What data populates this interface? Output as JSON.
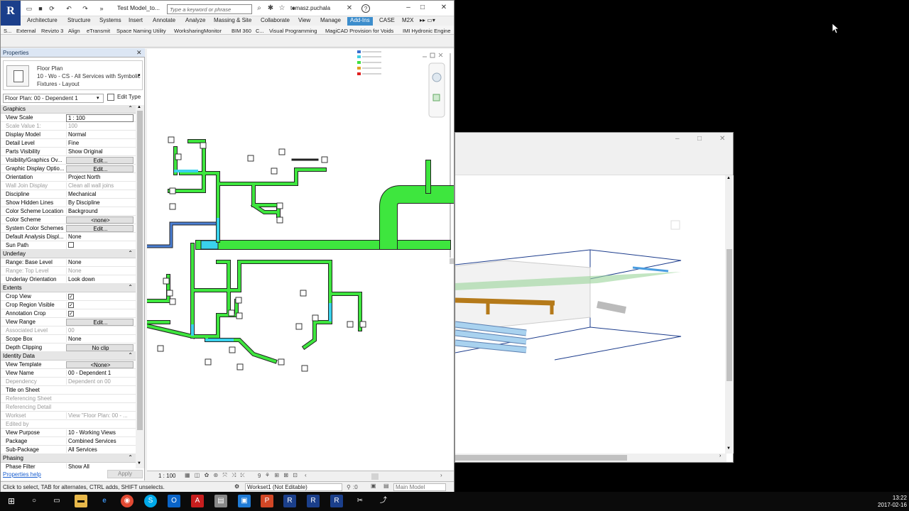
{
  "title_bar": {
    "app_logo": "R",
    "document_title": "Test Model_to...",
    "search_placeholder": "Type a keyword or phrase",
    "user": "tomasz.puchala",
    "help": "?"
  },
  "ribbon_tabs": [
    "Architecture",
    "Structure",
    "Systems",
    "Insert",
    "Annotate",
    "Analyze",
    "Massing & Site",
    "Collaborate",
    "View",
    "Manage",
    "Add-Ins",
    "CASE",
    "M2X"
  ],
  "ribbon_active_tab": "Add-Ins",
  "addins": [
    "S...",
    "External",
    "Revizto 3",
    "Align",
    "eTransmit",
    "Space Naming Utility",
    "WorksharingMonitor",
    "BIM 360",
    "C...",
    "Visual Programming",
    "MagiCAD Provision for Voids",
    "IMI Hydronic Engine"
  ],
  "properties": {
    "title": "Properties",
    "type_lines": [
      "Floor Plan",
      "10 - Wo - CS - All Services with Symbolic",
      "Fixtures - Layout"
    ],
    "view_selector": "Floor Plan: 00 - Dependent 1",
    "edit_type": "Edit Type",
    "help_link": "Properties help",
    "apply": "Apply",
    "groups": [
      {
        "name": "Graphics",
        "rows": [
          {
            "k": "View Scale",
            "v": "1 : 100",
            "style": "box"
          },
          {
            "k": "Scale Value    1:",
            "v": "100",
            "dim": true
          },
          {
            "k": "Display Model",
            "v": "Normal"
          },
          {
            "k": "Detail Level",
            "v": "Fine"
          },
          {
            "k": "Parts Visibility",
            "v": "Show Original"
          },
          {
            "k": "Visibility/Graphics Ov...",
            "v": "Edit...",
            "style": "btn"
          },
          {
            "k": "Graphic Display Optio...",
            "v": "Edit...",
            "style": "btn"
          },
          {
            "k": "Orientation",
            "v": "Project North"
          },
          {
            "k": "Wall Join Display",
            "v": "Clean all wall joins",
            "dim": true
          },
          {
            "k": "Discipline",
            "v": "Mechanical"
          },
          {
            "k": "Show Hidden Lines",
            "v": "By Discipline"
          },
          {
            "k": "Color Scheme Location",
            "v": "Background"
          },
          {
            "k": "Color Scheme",
            "v": "<none>",
            "style": "btn"
          },
          {
            "k": "System Color Schemes",
            "v": "Edit...",
            "style": "btn"
          },
          {
            "k": "Default Analysis Displ...",
            "v": "None"
          },
          {
            "k": "Sun Path",
            "v": "",
            "check": false
          }
        ]
      },
      {
        "name": "Underlay",
        "rows": [
          {
            "k": "Range: Base Level",
            "v": "None"
          },
          {
            "k": "Range: Top Level",
            "v": "None",
            "dim": true
          },
          {
            "k": "Underlay Orientation",
            "v": "Look down"
          }
        ]
      },
      {
        "name": "Extents",
        "rows": [
          {
            "k": "Crop View",
            "v": "",
            "check": true
          },
          {
            "k": "Crop Region Visible",
            "v": "",
            "check": true
          },
          {
            "k": "Annotation Crop",
            "v": "",
            "check": true
          },
          {
            "k": "View Range",
            "v": "Edit...",
            "style": "btn"
          },
          {
            "k": "Associated Level",
            "v": "00",
            "dim": true
          },
          {
            "k": "Scope Box",
            "v": "None"
          },
          {
            "k": "Depth Clipping",
            "v": "No clip",
            "style": "btn"
          }
        ]
      },
      {
        "name": "Identity Data",
        "rows": [
          {
            "k": "View Template",
            "v": "<None>",
            "style": "btn"
          },
          {
            "k": "View Name",
            "v": "00 - Dependent 1"
          },
          {
            "k": "Dependency",
            "v": "Dependent on 00",
            "dim": true
          },
          {
            "k": "Title on Sheet",
            "v": ""
          },
          {
            "k": "Referencing Sheet",
            "v": "",
            "dim": true
          },
          {
            "k": "Referencing Detail",
            "v": "",
            "dim": true
          },
          {
            "k": "Workset",
            "v": "View \"Floor Plan: 00 - ...",
            "dim": true
          },
          {
            "k": "Edited by",
            "v": "",
            "dim": true
          },
          {
            "k": "View Purpose",
            "v": "10 - Working Views"
          },
          {
            "k": "Package",
            "v": "Combined Services"
          },
          {
            "k": "Sub-Package",
            "v": "All Services"
          }
        ]
      },
      {
        "name": "Phasing",
        "rows": [
          {
            "k": "Phase Filter",
            "v": "Show All"
          }
        ]
      }
    ]
  },
  "view_bar": {
    "scale": "1 : 100",
    "detail": "9"
  },
  "status_bar": {
    "message": "Click to select, TAB for alternates, CTRL adds, SHIFT unselects.",
    "coord": ":0",
    "workset": "Workset1 (Not Editable)",
    "main_model": "Main Model"
  },
  "legend_colors": [
    "#3a6fd0",
    "#40d0e0",
    "#40e040",
    "#e0a020",
    "#e02020"
  ],
  "pipe_colors": {
    "green": "#3ee63e",
    "cyan": "#3ad2ec",
    "blue": "#4a7fd4"
  },
  "clock": {
    "time": "13:22",
    "date": "2017-02-16"
  }
}
